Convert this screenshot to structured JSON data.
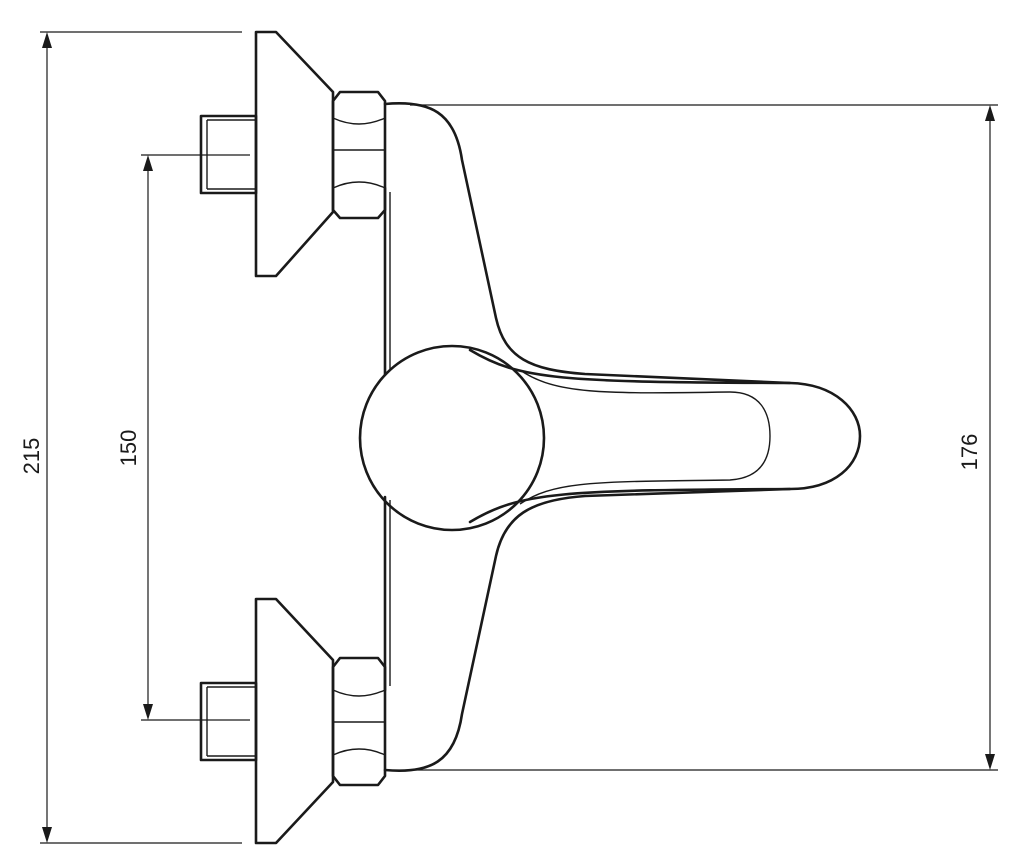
{
  "drawing": {
    "dimensions": {
      "overall_height": "215",
      "inlet_spacing": "150",
      "body_height": "176"
    },
    "colors": {
      "line": "#1a1a1a",
      "background": "#ffffff"
    }
  }
}
